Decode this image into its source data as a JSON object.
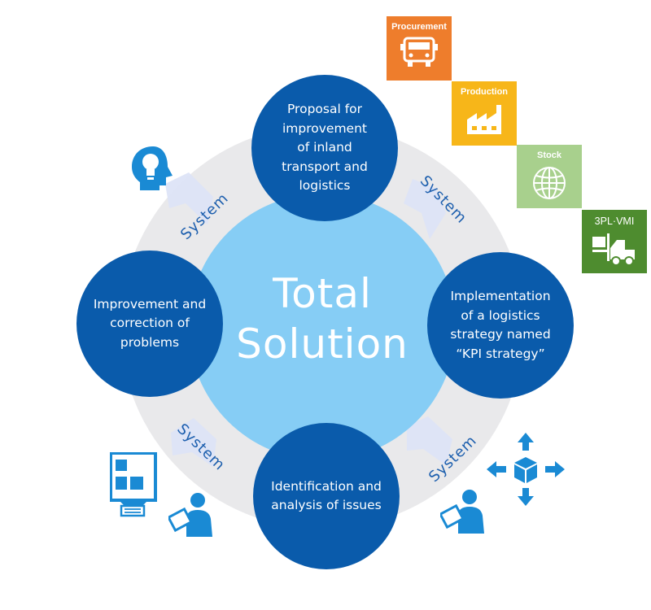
{
  "center": {
    "line1": "Total",
    "line2": "Solution"
  },
  "nodes": {
    "top": "Proposal for\nimprovement\nof inland\ntransport and\nlogistics",
    "right": "Implementation\nof a logistics\nstrategy named\n“KPI strategy”",
    "bottom": "Identification and\nanalysis of issues",
    "left": "Improvement and\ncorrection of\nproblems"
  },
  "arcs": {
    "label": "System"
  },
  "tiles": {
    "procurement": {
      "label": "Procurement",
      "color": "#ee7d2c"
    },
    "production": {
      "label": "Production",
      "color": "#f7b619"
    },
    "stock": {
      "label": "Stock",
      "color": "#a8d08d"
    },
    "tpl": {
      "label": "3PL·VMI",
      "color": "#4e8c2f"
    }
  },
  "colors": {
    "node_blue": "#0a5bab",
    "center_blue": "#86cdf5",
    "ring_gray": "#e9e9eb",
    "icon_blue": "#1a8ad4"
  },
  "icons": [
    "idea-head-icon",
    "truck-icon",
    "factory-icon",
    "globe-icon",
    "forklift-icon",
    "computer-icon",
    "person-laptop-icon",
    "package-arrows-icon"
  ]
}
